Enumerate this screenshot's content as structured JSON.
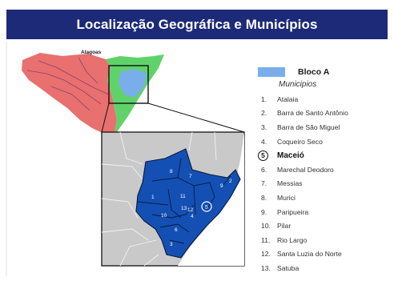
{
  "title": "Localização Geográfica e Municípios",
  "state_label": "Alagoas",
  "legend": {
    "block_label": "Bloco A",
    "block_color": "#7aaeea",
    "subtitle": "Municipios",
    "items": [
      {
        "num": "1.",
        "name": "Atalaia",
        "highlight": false
      },
      {
        "num": "2.",
        "name": "Barra de Santo Antônio",
        "highlight": false
      },
      {
        "num": "3.",
        "name": "Barra de São Miguel",
        "highlight": false
      },
      {
        "num": "4.",
        "name": "Coqueiro Seco",
        "highlight": false
      },
      {
        "num": "5",
        "name": "Maceió",
        "highlight": true
      },
      {
        "num": "6.",
        "name": "Marechal Deodoro",
        "highlight": false
      },
      {
        "num": "7.",
        "name": "Messias",
        "highlight": false
      },
      {
        "num": "8.",
        "name": "Murici",
        "highlight": false
      },
      {
        "num": "9.",
        "name": "Paripueira",
        "highlight": false
      },
      {
        "num": "10.",
        "name": "Pilar",
        "highlight": false
      },
      {
        "num": "11.",
        "name": "Rio Largo",
        "highlight": false
      },
      {
        "num": "12.",
        "name": "Santa Luzia do Norte",
        "highlight": false
      },
      {
        "num": "13.",
        "name": "Satuba",
        "highlight": false
      }
    ]
  },
  "map_labels": [
    "1",
    "2",
    "3",
    "4",
    "5",
    "6",
    "7",
    "8",
    "9",
    "10",
    "11",
    "12",
    "13"
  ],
  "colors": {
    "title_bg": "#1c2a78",
    "region_red": "#e8706f",
    "region_green": "#5fd36a",
    "block_blue": "#1450b4",
    "inset_gray": "#c9c9c9"
  }
}
